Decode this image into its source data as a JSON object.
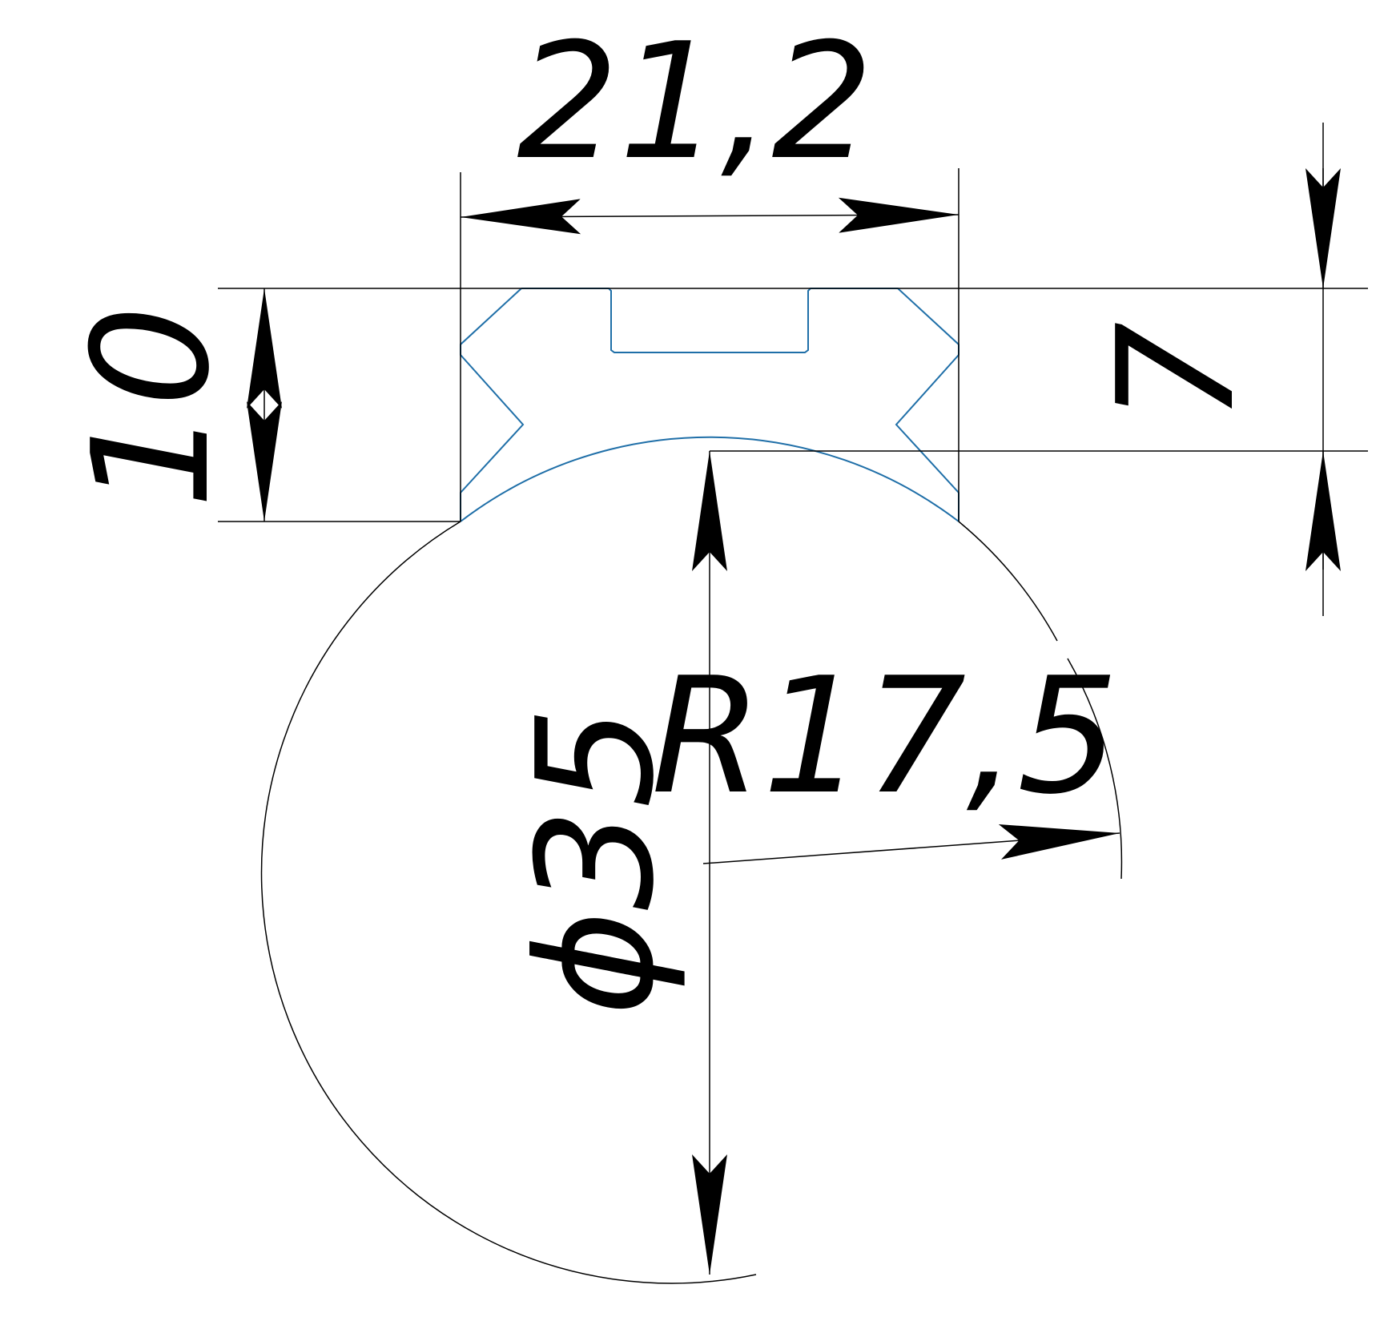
{
  "dimensions": {
    "width": {
      "label": "21,2",
      "value": 21.2
    },
    "height": {
      "label": "10",
      "value": 10
    },
    "depth": {
      "label": "7",
      "value": 7
    },
    "radius": {
      "label": "R17,5",
      "value": 17.5
    },
    "diameter": {
      "label": "ϕ35",
      "value": 35
    }
  },
  "colors": {
    "outline": "#1f6fa8",
    "dimension": "#000000",
    "background": "#ffffff"
  }
}
